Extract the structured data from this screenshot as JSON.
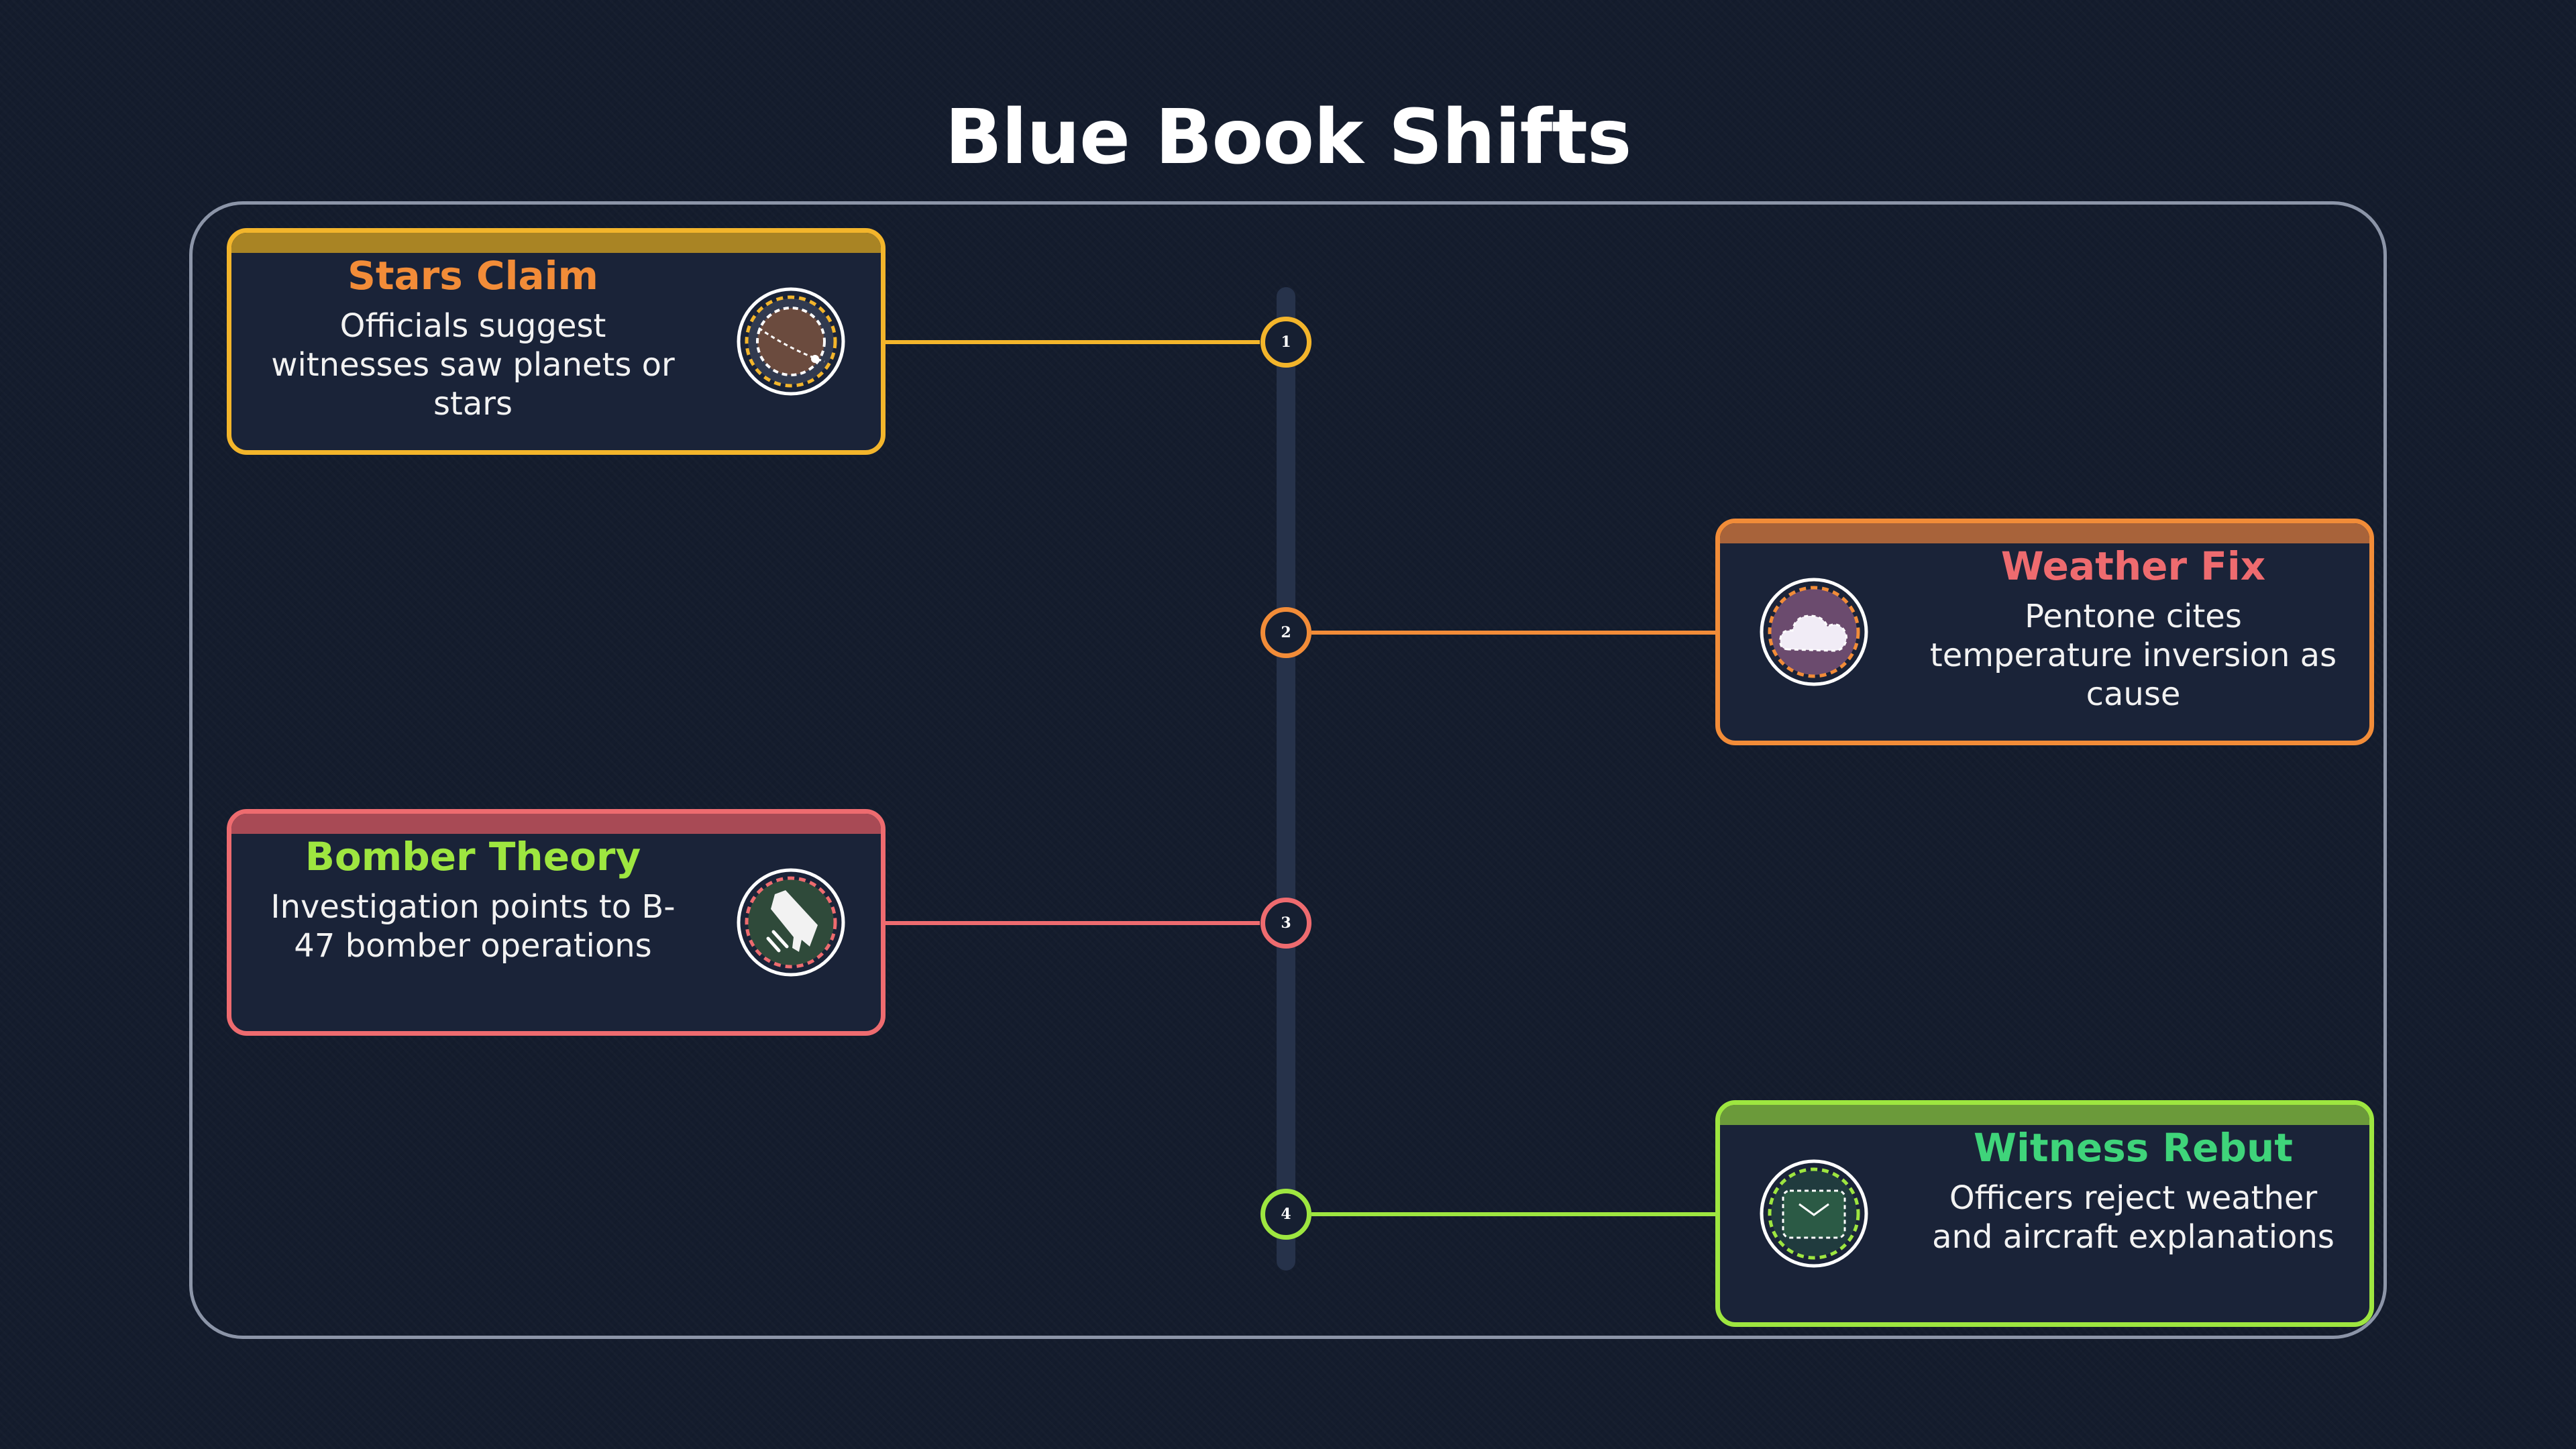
{
  "title": "Blue Book Shifts",
  "events": [
    {
      "marker": "1",
      "title": "Stars Claim",
      "description": "Officials suggest witnesses saw planets or stars",
      "icon": "planet-icon",
      "side": "left",
      "accent": "#f3b52b",
      "title_color": "#f28c38"
    },
    {
      "marker": "2",
      "title": "Weather Fix",
      "description": "Pentone cites temperature inversion as cause",
      "icon": "cloud-icon",
      "side": "right",
      "accent": "#f28c38",
      "title_color": "#ee6b6f"
    },
    {
      "marker": "3",
      "title": "Bomber Theory",
      "description": "Investigation points to B-47 bomber operations",
      "icon": "bomber-icon",
      "side": "left",
      "accent": "#ee6b6f",
      "title_color": "#9ee640"
    },
    {
      "marker": "4",
      "title": "Witness Rebut",
      "description": "Officers reject weather and aircraft explanations",
      "icon": "envelope-icon",
      "side": "right",
      "accent": "#9ee640",
      "title_color": "#3fd47a"
    }
  ]
}
